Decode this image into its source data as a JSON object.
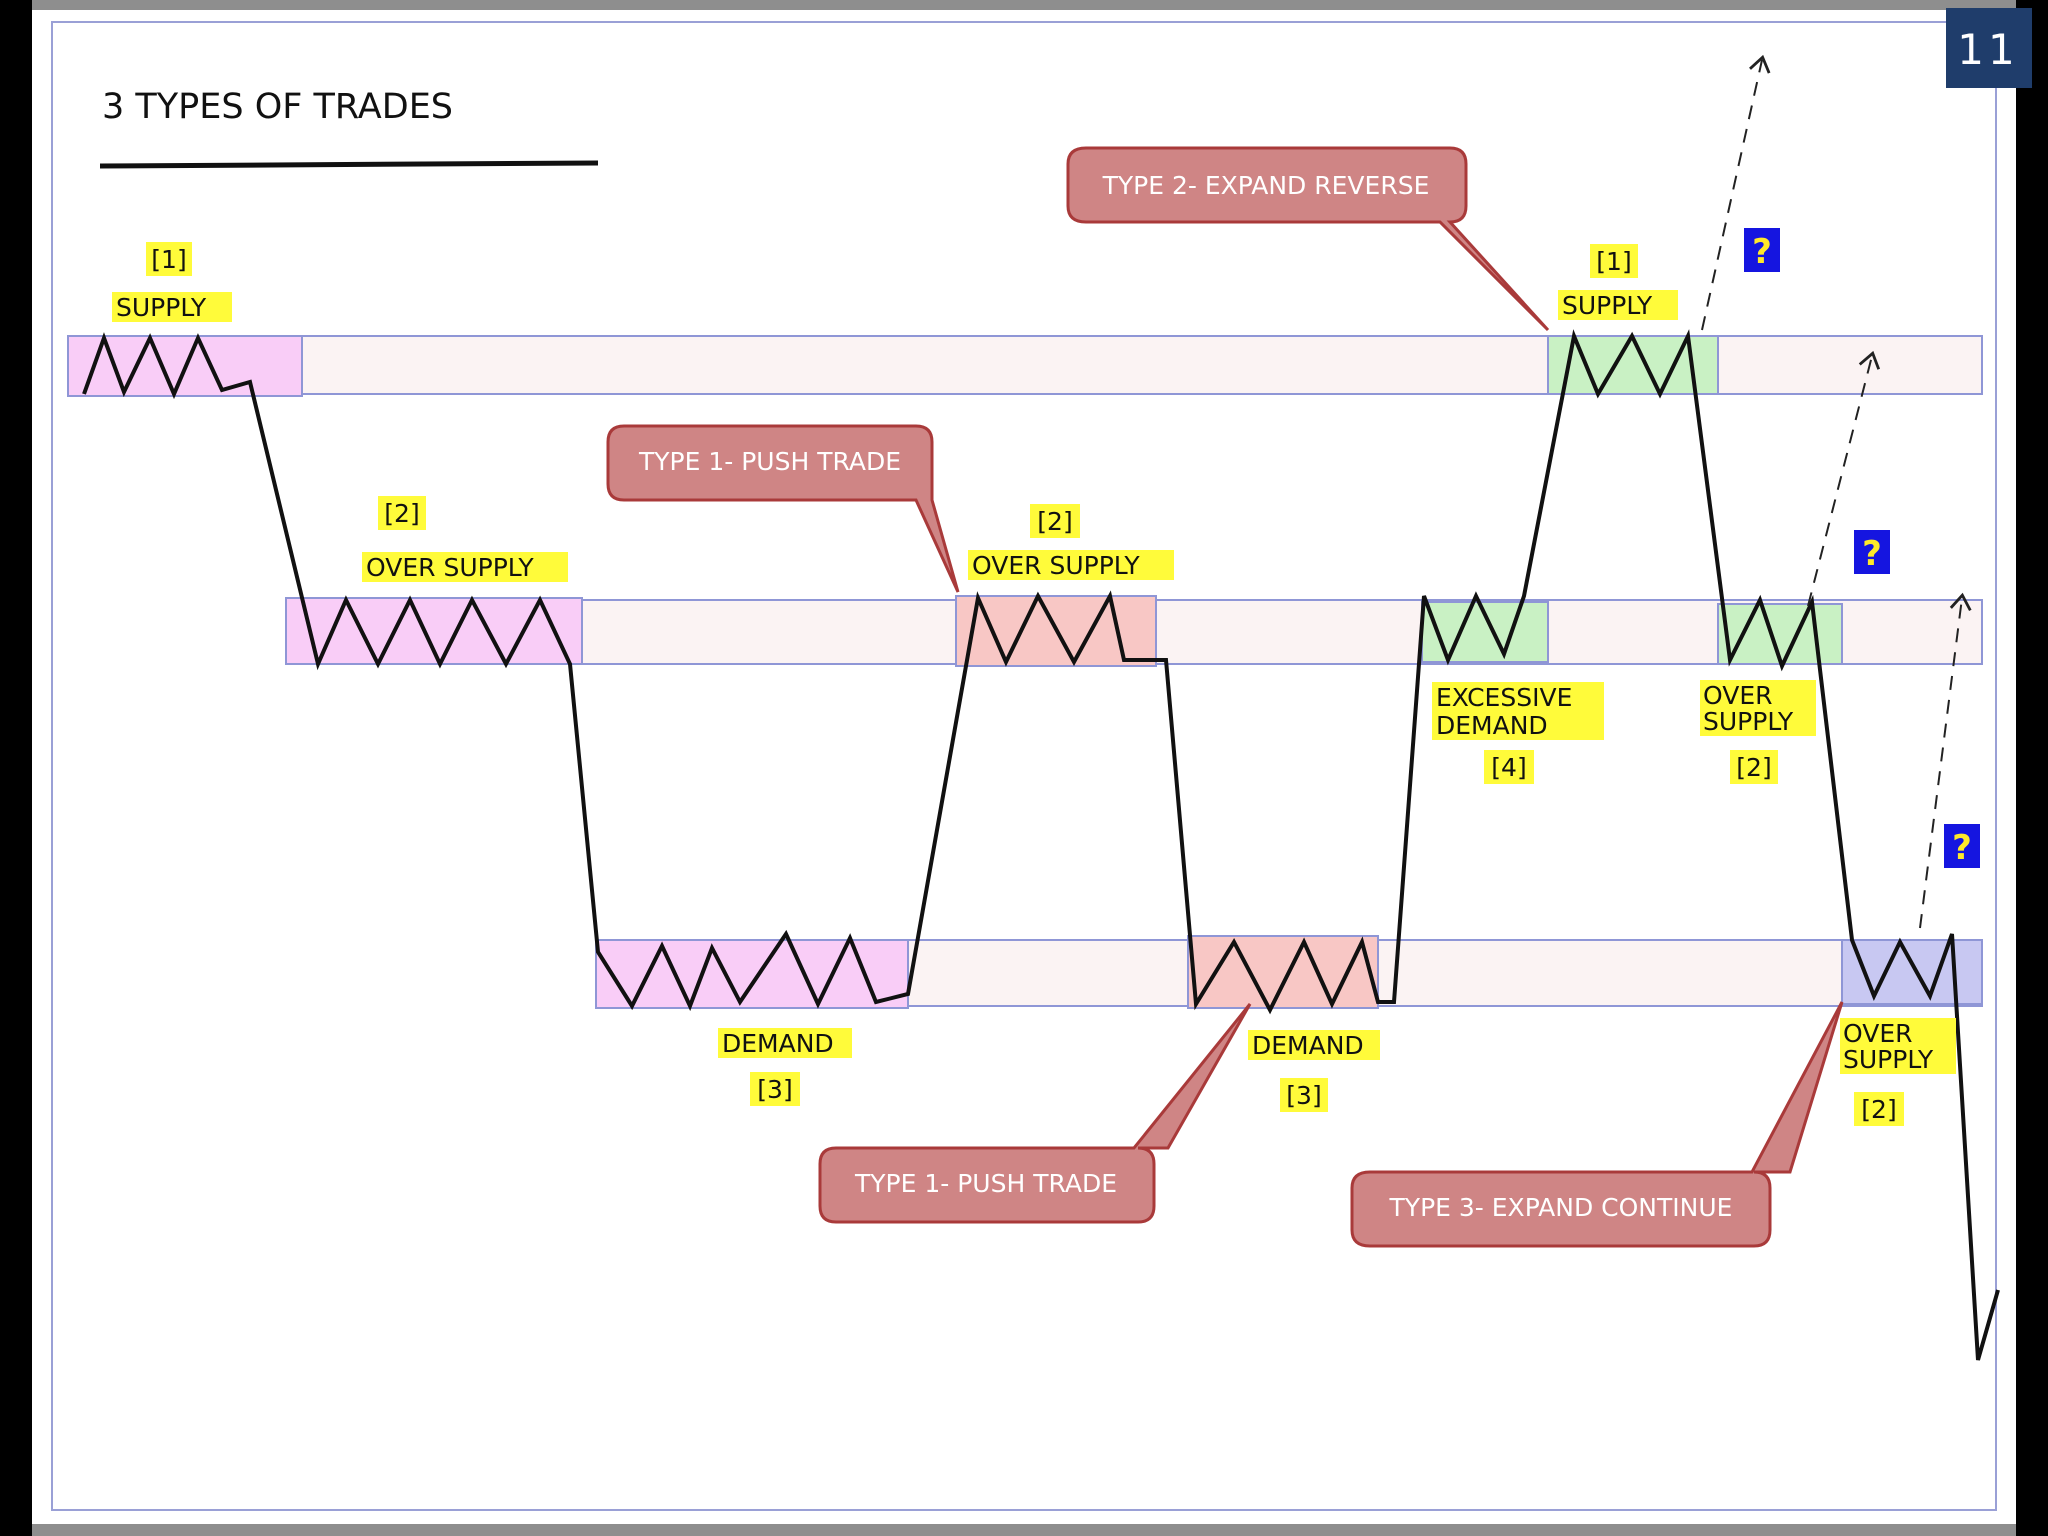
{
  "page_number": "11",
  "title": "3 TYPES OF TRADES",
  "question_mark": "?",
  "labels": {
    "supply_1_num": "[1]",
    "supply_1": "SUPPLY",
    "over_supply_a_num": "[2]",
    "over_supply_a": "OVER SUPPLY",
    "demand_a": "DEMAND",
    "demand_a_num": "[3]",
    "over_supply_b_num": "[2]",
    "over_supply_b": "OVER SUPPLY",
    "demand_b": "DEMAND",
    "demand_b_num": "[3]",
    "excessive_demand_1": "EXCESSIVE",
    "excessive_demand_2": "DEMAND",
    "excessive_demand_num": "[4]",
    "supply_2_num": "[1]",
    "supply_2": "SUPPLY",
    "over_supply_c_1": "OVER",
    "over_supply_c_2": "SUPPLY",
    "over_supply_c_num": "[2]",
    "over_supply_d_1": "OVER",
    "over_supply_d_2": "SUPPLY",
    "over_supply_d_num": "[2]"
  },
  "callouts": {
    "type2": "TYPE  2- EXPAND REVERSE",
    "type1_top": "TYPE 1- PUSH TRADE",
    "type1_bottom": "TYPE  1- PUSH TRADE",
    "type3": "TYPE  3- EXPAND CONTINUE"
  },
  "colors": {
    "zone_magenta": "#f9cdf7",
    "zone_red": "#f8c7c5",
    "zone_green": "#c9f1c4",
    "zone_blue": "#c8c8f2",
    "band": "#fbf3f3",
    "callout_fill": "#cf8585",
    "callout_stroke": "#a93a3a",
    "label_highlight": "#fffb3a",
    "question_bg": "#1515e0",
    "page_badge": "#1f3d6b"
  }
}
